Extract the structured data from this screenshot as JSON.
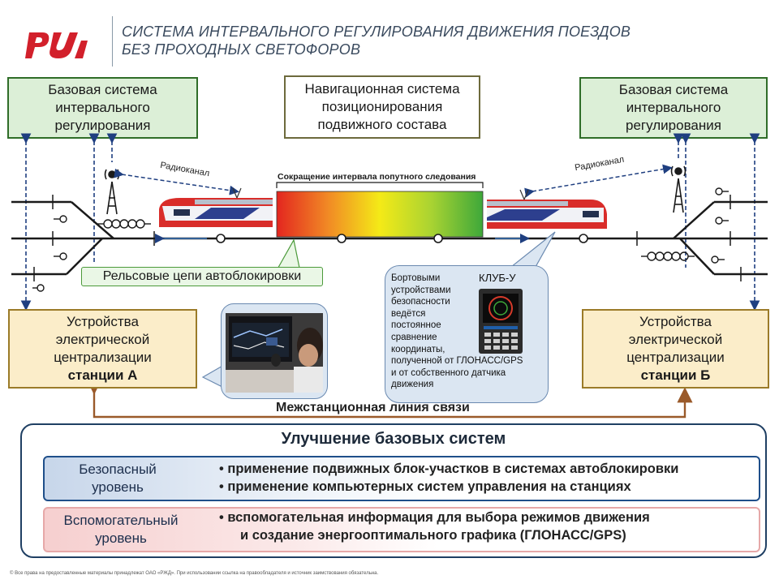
{
  "header": {
    "title_line1": "СИСТЕМА ИНТЕРВАЛЬНОГО РЕГУЛИРОВАНИЯ ДВИЖЕНИЯ ПОЕЗДОВ",
    "title_line2": "БЕЗ ПРОХОДНЫХ СВЕТОФОРОВ",
    "logo_text": "РЖД",
    "logo_color": "#d2202b"
  },
  "boxes": {
    "base_left": [
      "Базовая система",
      "интервального",
      "регулирования"
    ],
    "navigation": [
      "Навигационная система",
      "позиционирования",
      "подвижного состава"
    ],
    "base_right": [
      "Базовая система",
      "интервального",
      "регулирования"
    ],
    "station_a": [
      "Устройства",
      "электрической",
      "централизации",
      "станции А"
    ],
    "station_b": [
      "Устройства",
      "электрической",
      "централизации",
      "станции Б"
    ]
  },
  "labels": {
    "radio_left": "Радиоканал",
    "radio_right": "Радиоканал",
    "interval": "Сокращение интервала попутного следования",
    "rail_circuits": "Рельсовые цепи автоблокировки",
    "klub": "КЛУБ-У",
    "interstation_link": "Межстанционная линия связи"
  },
  "callout_lines": [
    "Бортовыми",
    "устройствами",
    "безопасности",
    "ведётся",
    "постоянное",
    "сравнение",
    "координаты,",
    "полученной от ГЛОНАСС/GPS",
    "и от собственного датчика",
    "движения"
  ],
  "bottom": {
    "title": "Улучшение базовых систем",
    "levels": [
      {
        "name_line1": "Безопасный",
        "name_line2": "уровень",
        "bullets": [
          "•  применение подвижных блок-участков в системах автоблокировки",
          "•  применение компьютерных систем управления на станциях"
        ]
      },
      {
        "name_line1": "Вспомогательный",
        "name_line2": "уровень",
        "bullets": [
          "•  вспомогательная информация для выбора режимов движения",
          "и создание энергооптимального графика  (ГЛОНАСС/GPS)"
        ]
      }
    ]
  },
  "footer": "© Все права на предоставленные материалы принадлежат ОАО «РЖД». При использовании ссылка на правообладателя и источник заимствования обязательна.",
  "colors": {
    "green_box": "#dcefd7",
    "yellow_box": "#fbedc9",
    "panel_border": "#1f3f63",
    "arrow_blue": "#1f3f80",
    "link_brown": "#9a5a2a"
  }
}
